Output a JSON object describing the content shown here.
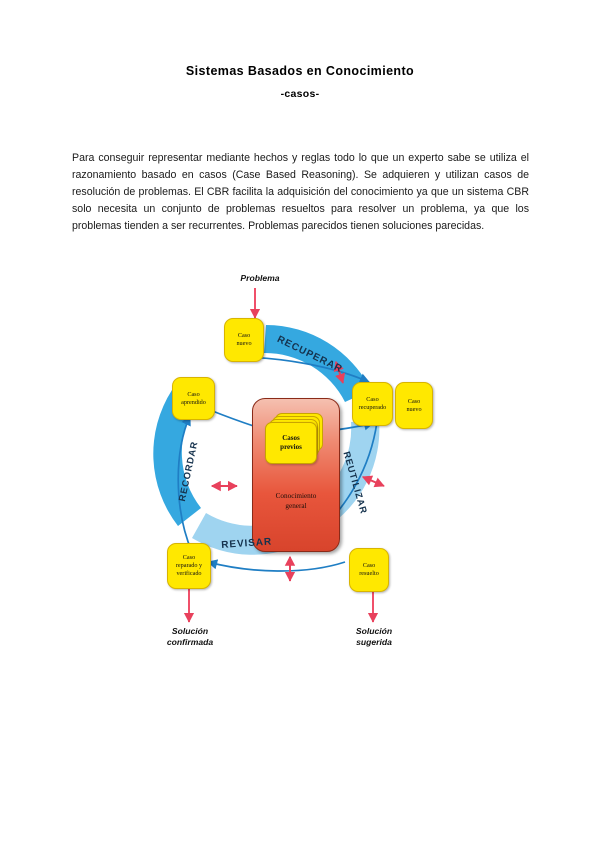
{
  "document": {
    "title": "Sistemas Basados en Conocimiento",
    "subtitle": "-casos-",
    "paragraph": "Para conseguir representar mediante hechos y reglas todo lo que un experto sabe se utiliza el razonamiento basado en casos (Case Based Reasoning). Se adquieren y utilizan casos de resolución de problemas. El CBR facilita la adquisición del conocimiento ya que un sistema CBR solo necesita un conjunto de problemas resueltos para resolver un problema, ya que los problemas tienden a ser recurrentes. Problemas parecidos tienen soluciones parecidas."
  },
  "diagram": {
    "input_label": "Problema",
    "outputs": {
      "left": "Solución\nconfirmada",
      "left_line1": "Solución",
      "left_line2": "confirmada",
      "right_line1": "Solución",
      "right_line2": "sugerida"
    },
    "phases": [
      {
        "id": "recuperar",
        "label": "RECUPERAR",
        "color": "#35a8e0"
      },
      {
        "id": "reutilizar",
        "label": "REUTILIZAR",
        "color": "#9fd4f0"
      },
      {
        "id": "revisar",
        "label": "REVISAR",
        "color": "#9fd4f0"
      },
      {
        "id": "recordar",
        "label": "RECORDAR",
        "color": "#35a8e0"
      }
    ],
    "nodes": [
      {
        "id": "caso-nuevo-top",
        "line1": "Caso",
        "line2": "nuevo"
      },
      {
        "id": "caso-recuperado",
        "line1": "Caso",
        "line2": "recuperado"
      },
      {
        "id": "caso-nuevo-right",
        "line1": "Caso",
        "line2": "nuevo"
      },
      {
        "id": "caso-resuelto",
        "line1": "Caso",
        "line2": "resuelto"
      },
      {
        "id": "caso-reparado",
        "line1": "Caso",
        "line2": "reparado y",
        "line3": "verificado"
      },
      {
        "id": "caso-aprendido",
        "line1": "Caso",
        "line2": "aprendido"
      }
    ],
    "knowledge_base": {
      "cases_line1": "Casos",
      "cases_line2": "previos",
      "caption_line1": "Conocimiento",
      "caption_line2": "general"
    },
    "colors": {
      "band_dark": "#35a8e0",
      "band_light": "#9fd4f0",
      "node_yellow": "#ffe800",
      "kb_red": "#e8563c",
      "arrow_blue": "#1f7ec4",
      "arrow_red": "#e8415c"
    }
  }
}
